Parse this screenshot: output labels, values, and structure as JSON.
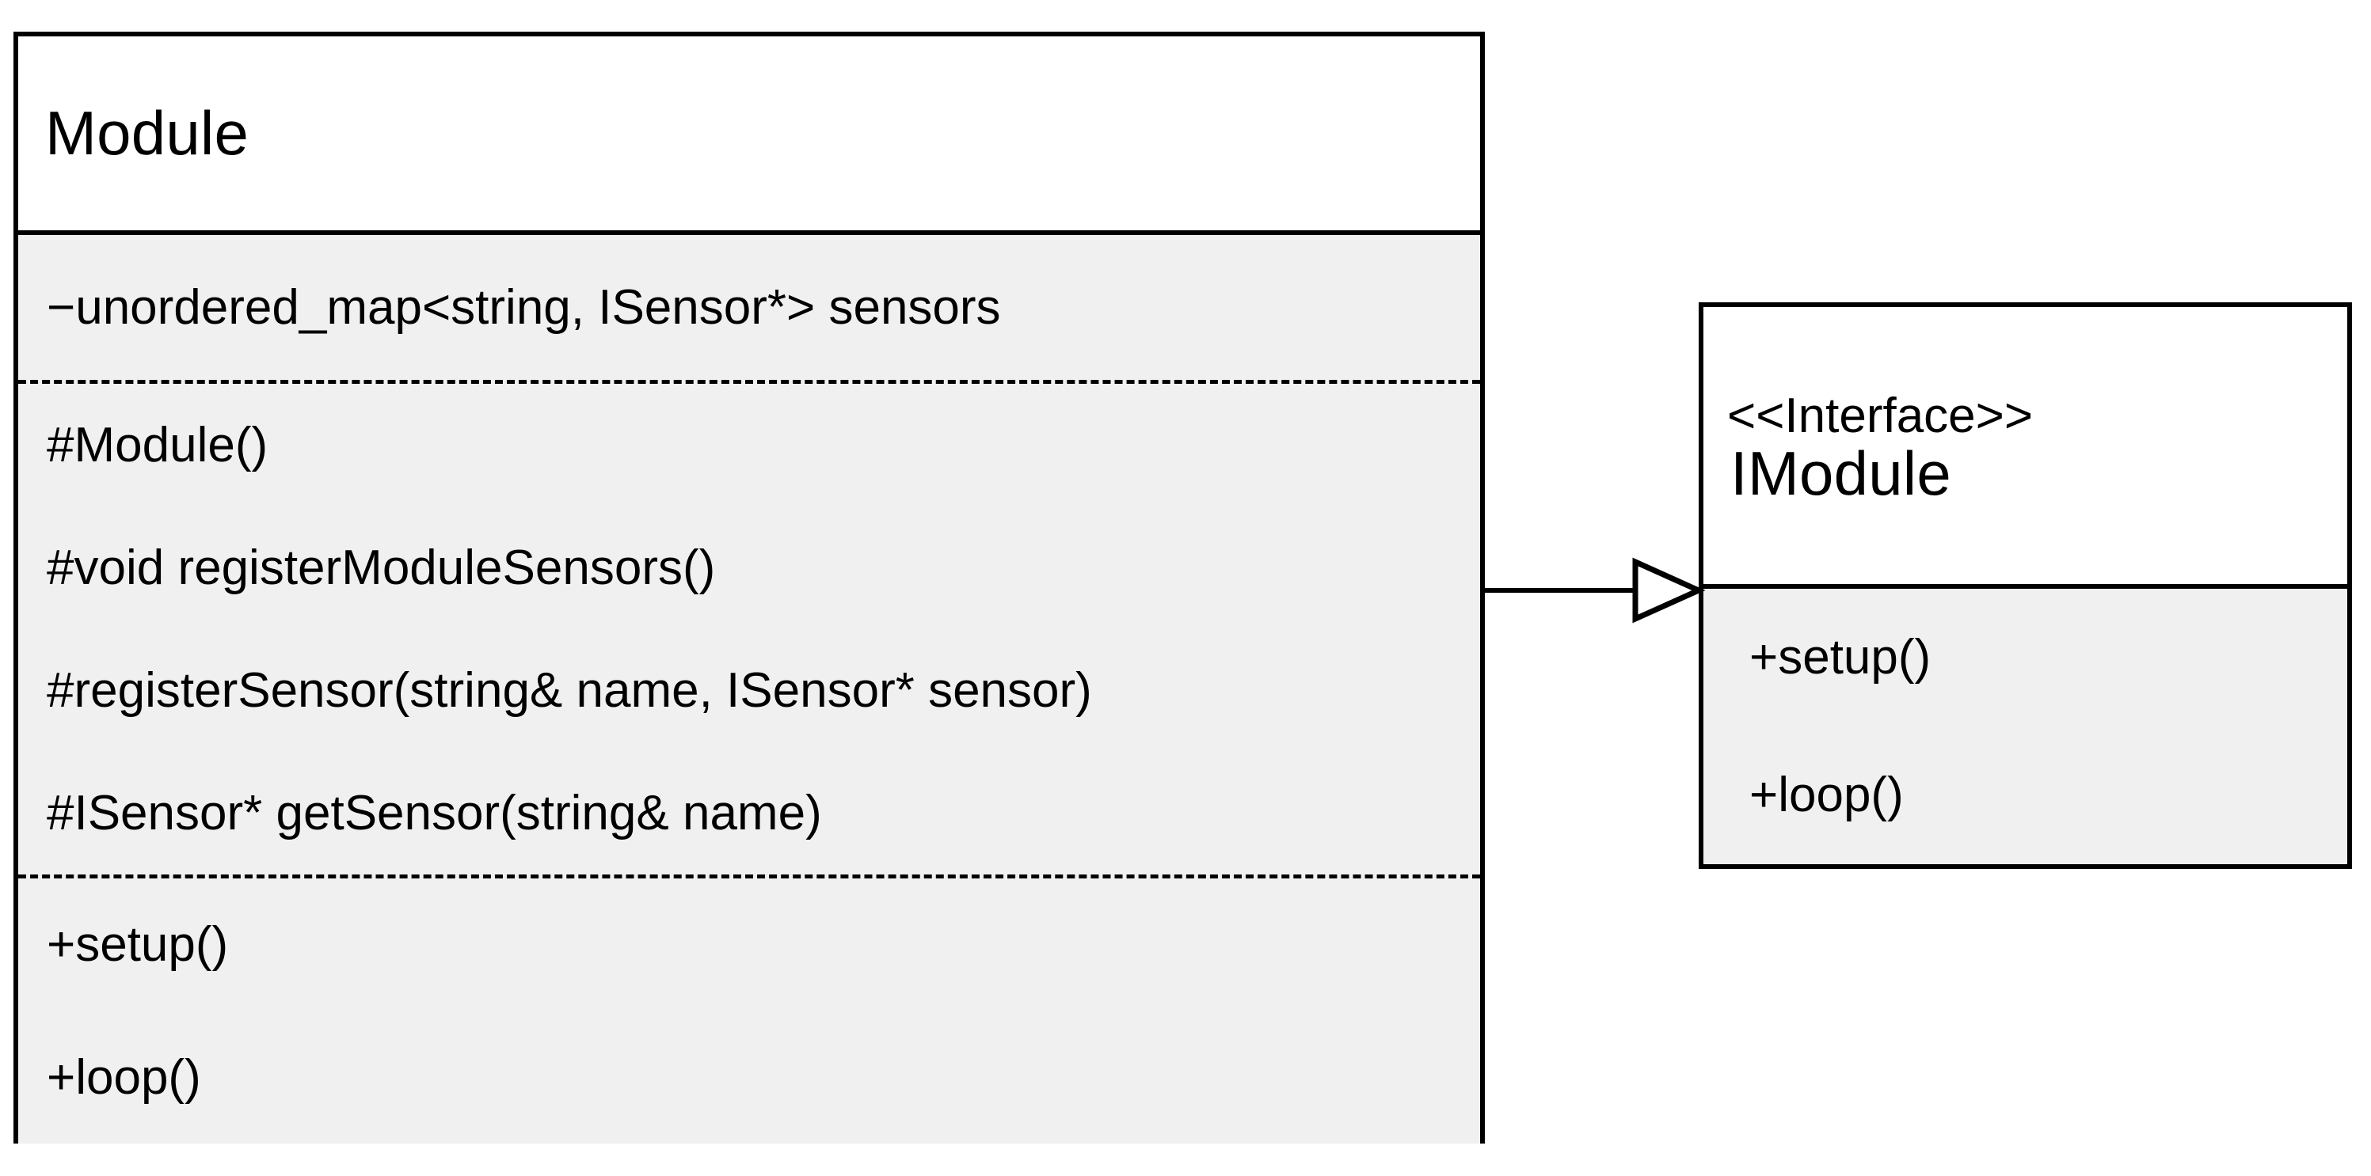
{
  "diagram": {
    "type": "uml-class-diagram",
    "background_color": "#ffffff",
    "line_color": "#000000",
    "compartment_fill": "#f0f0f0",
    "header_fill": "#ffffff"
  },
  "classes": [
    {
      "id": "module",
      "name": "Module",
      "stereotype": null,
      "attributes": [
        "−unordered_map<string, ISensor*> sensors"
      ],
      "protected_operations": [
        "#Module()",
        "#void registerModuleSensors()",
        "#registerSensor(string& name, ISensor* sensor)",
        "#ISensor* getSensor(string& name)"
      ],
      "public_operations": [
        "+setup()",
        "+loop()"
      ]
    },
    {
      "id": "imodule",
      "name": "IModule",
      "stereotype": "<<Interface>>",
      "attributes": [],
      "operations": [
        "+setup()",
        "+loop()"
      ]
    }
  ],
  "relationships": [
    {
      "id": "module-realizes-imodule",
      "kind": "realization",
      "arrowhead": "hollow-triangle",
      "line_style": "solid",
      "source": "Module",
      "target": "IModule"
    }
  ]
}
